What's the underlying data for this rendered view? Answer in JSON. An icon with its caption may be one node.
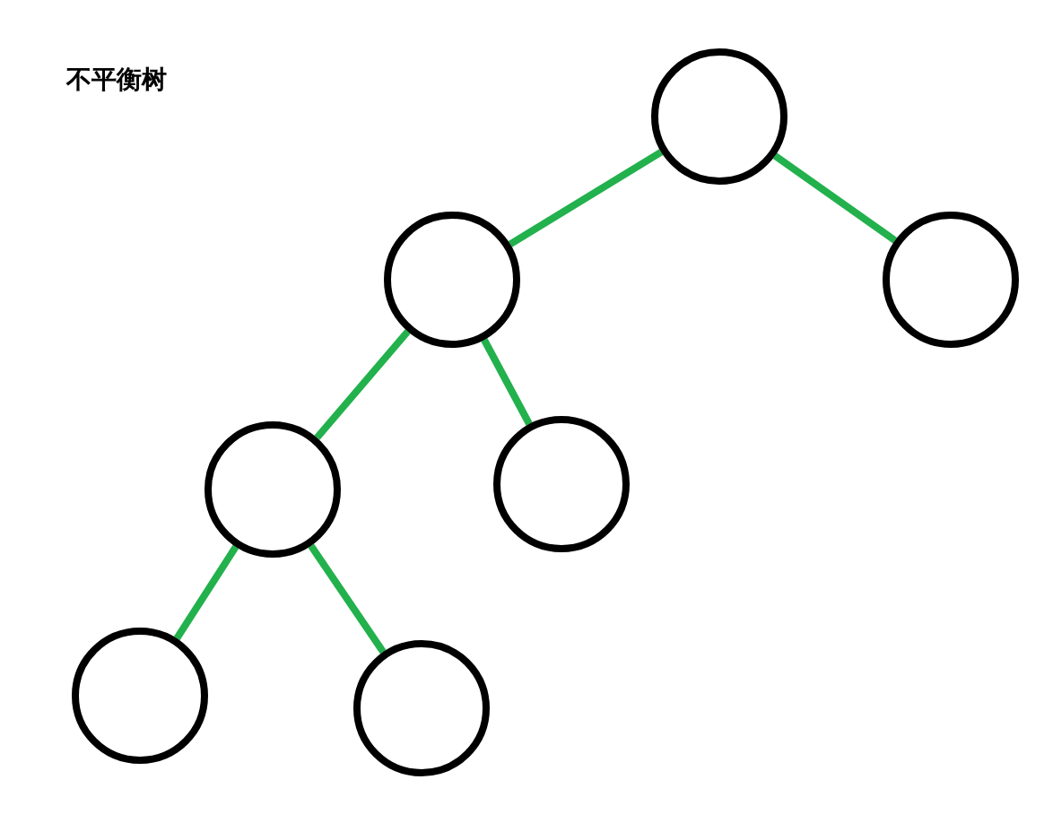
{
  "diagram": {
    "title": "不平衡树",
    "nodes": [
      {
        "text": [],
        "shape": "circle"
      },
      {
        "text": [],
        "shape": "circle"
      },
      {
        "text": [],
        "shape": "circle"
      },
      {
        "text": [],
        "shape": "circle"
      },
      {
        "text": [],
        "shape": "circle"
      },
      {
        "text": [],
        "shape": "circle"
      },
      {
        "text": [],
        "shape": "circle"
      }
    ],
    "edges": [
      {
        "from": 0,
        "to": 1,
        "arrow": "none",
        "color": "#22b14c"
      },
      {
        "from": 0,
        "to": 2,
        "arrow": "none",
        "color": "#22b14c"
      },
      {
        "from": 1,
        "to": 3,
        "arrow": "none",
        "color": "#22b14c"
      },
      {
        "from": 1,
        "to": 4,
        "arrow": "none",
        "color": "#22b14c"
      },
      {
        "from": 3,
        "to": 5,
        "arrow": "none",
        "color": "#22b14c"
      },
      {
        "from": 3,
        "to": 6,
        "arrow": "none",
        "color": "#22b14c"
      }
    ]
  }
}
